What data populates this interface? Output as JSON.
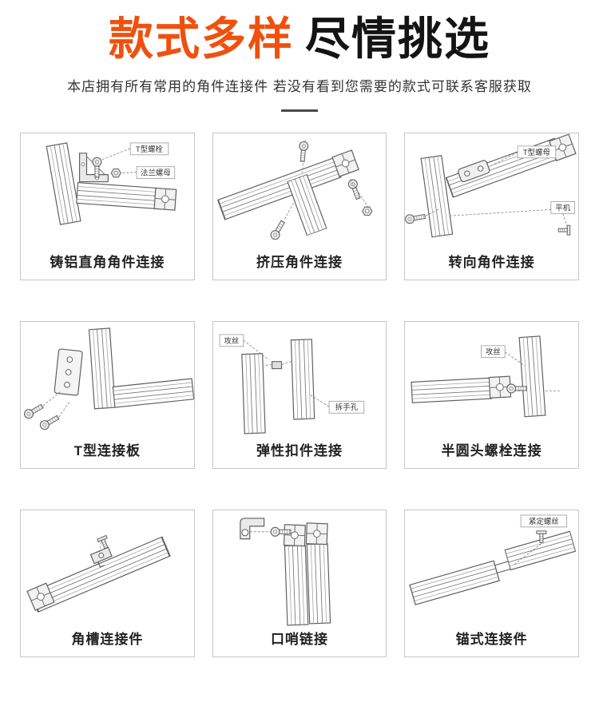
{
  "header": {
    "title_orange": "款式多样",
    "title_black": "尽情挑选",
    "subtitle": "本店拥有所有常用的角件连接件 若没有看到您需要的款式可联系客服获取"
  },
  "colors": {
    "accent_orange": "#f0500e",
    "title_black": "#141414",
    "line_art": "#606060",
    "cell_border": "#c7c7c7"
  },
  "grid": {
    "cells": [
      {
        "label": "铸铝直角角件连接",
        "annotations": [
          "T型螺栓",
          "法兰螺母"
        ]
      },
      {
        "label": "挤压角件连接",
        "annotations": []
      },
      {
        "label": "转向角件连接",
        "annotations": [
          "T型螺母",
          "平机"
        ]
      },
      {
        "label": "T型连接板",
        "annotations": []
      },
      {
        "label": "弹性扣件连接",
        "annotations": [
          "攻丝",
          "拆手孔"
        ]
      },
      {
        "label": "半圆头螺栓连接",
        "annotations": [
          "攻丝"
        ]
      },
      {
        "label": "角槽连接件",
        "annotations": []
      },
      {
        "label": "口哨链接",
        "annotations": []
      },
      {
        "label": "锚式连接件",
        "annotations": [
          "紧定螺丝"
        ]
      }
    ]
  }
}
